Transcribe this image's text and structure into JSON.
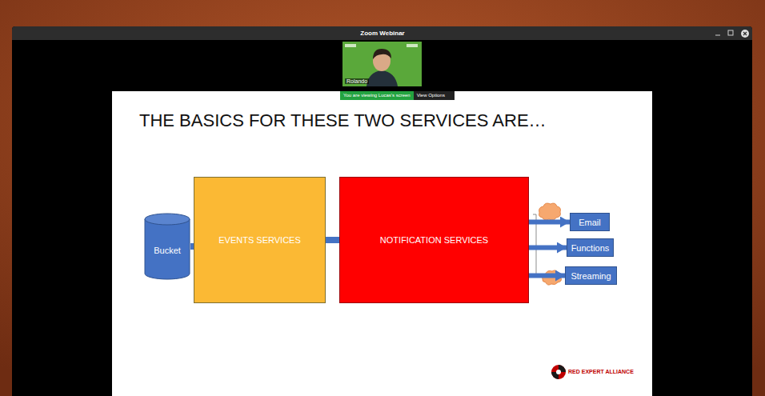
{
  "diagram": {
    "title": "THE BASICS FOR THESE TWO SERVICES ARE…",
    "nodes": [
      {
        "text": [
          "Bucket"
        ]
      },
      {
        "text": [
          "EVENTS SERVICES"
        ]
      },
      {
        "text": [
          "NOTIFICATION SERVICES"
        ]
      },
      {
        "text": [
          "Email"
        ]
      },
      {
        "text": [
          "Functions"
        ]
      },
      {
        "text": [
          "Streaming"
        ]
      }
    ],
    "edges": [
      {
        "from": 0,
        "to": 1,
        "arrow": "none"
      },
      {
        "from": 1,
        "to": 2,
        "arrow": "none"
      },
      {
        "from": 2,
        "to": 3,
        "arrow": "to"
      },
      {
        "from": 2,
        "to": 4,
        "arrow": "to"
      },
      {
        "from": 2,
        "to": 5,
        "arrow": "to"
      }
    ],
    "labels": [
      "Zoom Webinar",
      "Rolando",
      "You are viewing Lucas's screen",
      "View Options",
      "RED EXPERT ALLIANCE"
    ]
  }
}
